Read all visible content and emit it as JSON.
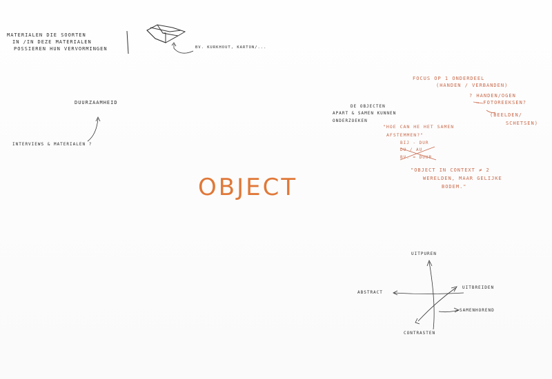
{
  "title": "OBJECT",
  "top_left": {
    "line1": "MATERIALEN DIE SOORTEN",
    "line2": "IN /IN DEZE MATERIALEN",
    "line3": "POSSIEREN HUN VERVORMINGEN",
    "sketch_caption": "BV. KURKHOUT, KARTON/..."
  },
  "left": {
    "top_label": "DUURZAAMHEID",
    "bottom_label": "INTERVIEWS & MATERIALEN ?"
  },
  "middle_right": {
    "line1": "DE OBJECTEN",
    "line2": "APART & SAMEN KUNNEN",
    "line3": "ONDERZOEKEN",
    "quote1": "\"HOE CAN HE HET SAMEN",
    "quote2": "AFSTEMMEN?\"",
    "quote3": "BIJ - DUR",
    "quote4": "DU / AU",
    "quote5": "BV. = DUUR"
  },
  "top_right": {
    "line1": "FOCUS OP 1 ONDERDEEL",
    "line2": "(HANDEN / VERBANDEN)",
    "line3": "? HANDEN/OGEN",
    "line4": "→ FOTOREEKSEN?",
    "line5": "(BEELDEN/",
    "line6": "SCHETSEN)"
  },
  "quote_right": {
    "line1": "\"OBJECT IN CONTEXT ≠ 2",
    "line2": "WERELDEN, MAAR GELIJKE",
    "line3": "BODEM.\""
  },
  "axis": {
    "top": "UITPUREN",
    "left": "ABSTRACT",
    "right": "UITBREIDEN",
    "right_lower": "SAMENHOREND",
    "bottom": "CONTRASTEN"
  },
  "colors": {
    "ink": "#2b2b2b",
    "red": "#c8694a",
    "orange": "#e07838"
  }
}
